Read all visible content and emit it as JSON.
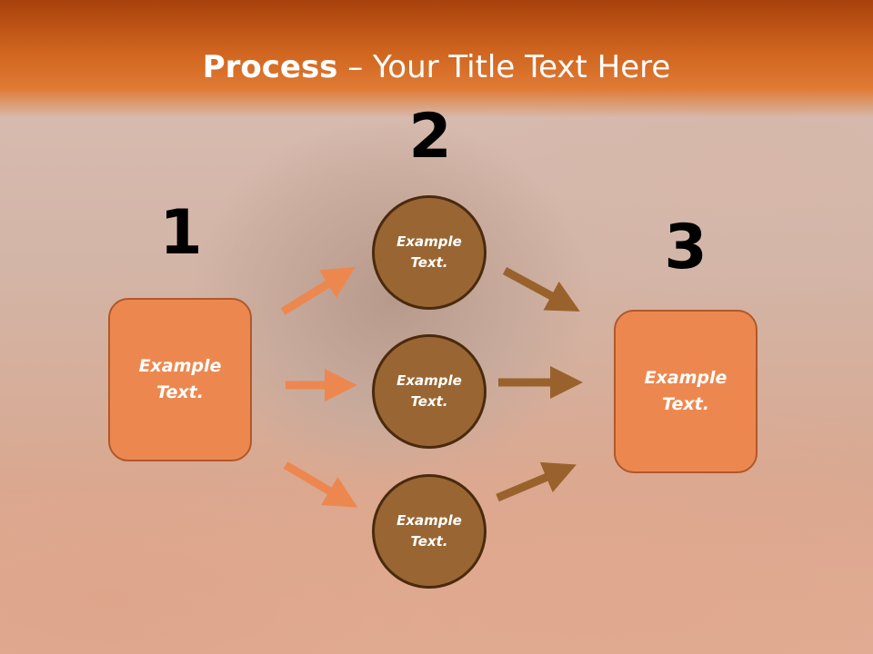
{
  "slide": {
    "title_bold": "Process",
    "title_rest": " – Your Title Text Here"
  },
  "steps": {
    "n1": "1",
    "n2": "2",
    "n3": "3"
  },
  "nodes": {
    "left_box": "Example\nText.",
    "circle_top": "Example\nText.",
    "circle_mid": "Example\nText.",
    "circle_bot": "Example\nText.",
    "right_box": "Example\nText."
  },
  "colors": {
    "header": "#d0661f",
    "box_fill": "#ec884f",
    "circle_fill": "#996633",
    "arrow_light": "#ec884f",
    "arrow_dark": "#99622d"
  }
}
